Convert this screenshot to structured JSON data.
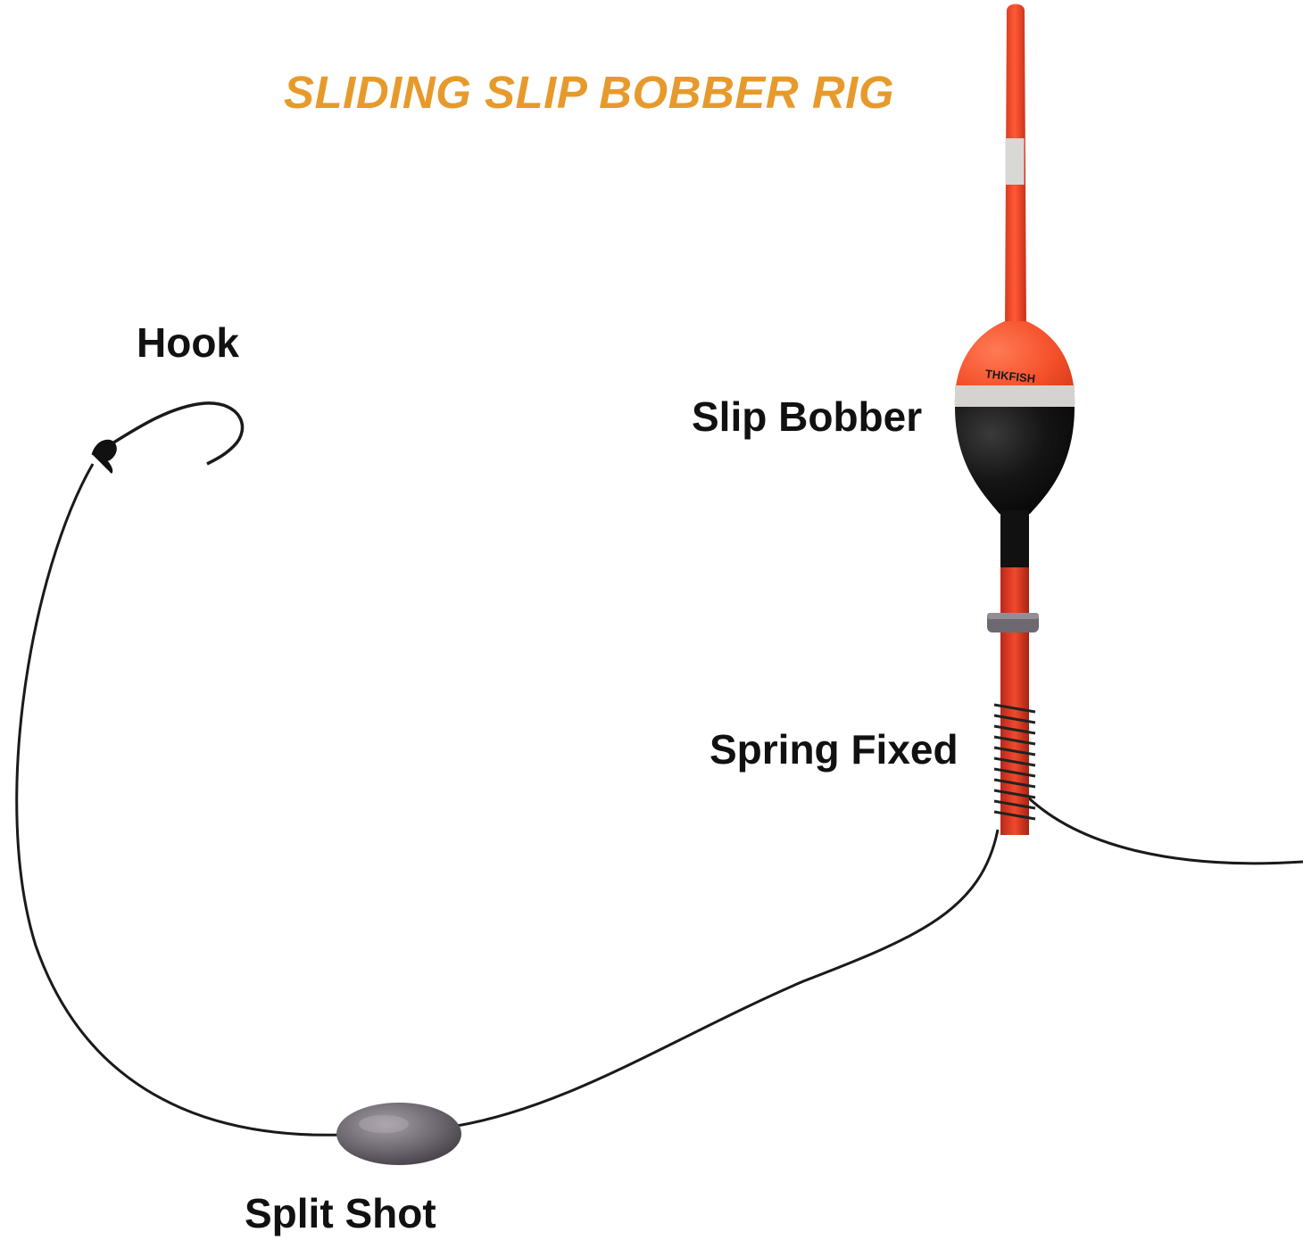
{
  "title": "SLIDING SLIP BOBBER RIG",
  "labels": {
    "hook": "Hook",
    "slip_bobber": "Slip Bobber",
    "spring_fixed": "Spring Fixed",
    "split_shot": "Split Shot"
  },
  "bobber_brand": "THKFISH",
  "colors": {
    "title": "#e79a2c",
    "bobber_orange": "#f4502a",
    "bobber_black": "#151515",
    "line": "#1a1a1a",
    "weight": "#6e6870",
    "label_text": "#111111"
  }
}
